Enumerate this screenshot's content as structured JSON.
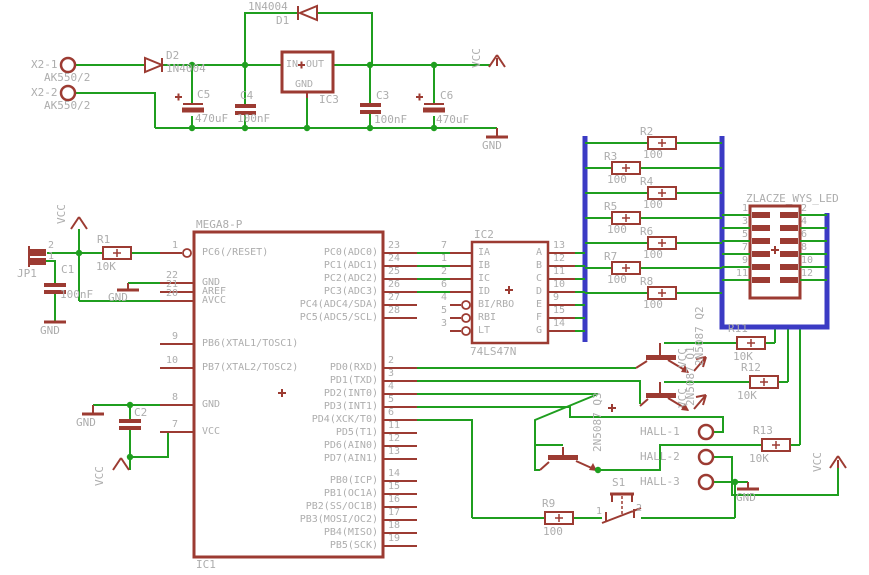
{
  "power": {
    "x2_1": {
      "ref": "X2-1",
      "value": "AK550/2"
    },
    "x2_2": {
      "ref": "X2-2",
      "value": "AK550/2"
    },
    "d1": {
      "ref": "D1",
      "value": "1N4004"
    },
    "d2": {
      "ref": "D2",
      "value": "1N4004"
    },
    "ic3": {
      "ref": "IC3",
      "pin_in": "IN",
      "pin_out": "OUT",
      "pin_gnd": "GND"
    },
    "c3": {
      "ref": "C3",
      "value": "100nF"
    },
    "c4": {
      "ref": "C4",
      "value": "100nF"
    },
    "c5": {
      "ref": "C5",
      "value": "470uF"
    },
    "c6": {
      "ref": "C6",
      "value": "470uF"
    }
  },
  "nets": {
    "vcc": "VCC",
    "gnd": "GND"
  },
  "jumper": {
    "ref": "JP1",
    "pin1": "1",
    "pin2": "2"
  },
  "caps": {
    "c1": {
      "ref": "C1",
      "value": "100nF"
    },
    "c2": {
      "ref": "C2"
    }
  },
  "resistors": {
    "r1": {
      "ref": "R1",
      "value": "10K"
    },
    "r2": {
      "ref": "R2",
      "value": "100"
    },
    "r3": {
      "ref": "R3",
      "value": "100"
    },
    "r4": {
      "ref": "R4",
      "value": "100"
    },
    "r5": {
      "ref": "R5",
      "value": "100"
    },
    "r6": {
      "ref": "R6",
      "value": "100"
    },
    "r7": {
      "ref": "R7",
      "value": "100"
    },
    "r8": {
      "ref": "R8",
      "value": "100"
    },
    "r9": {
      "ref": "R9",
      "value": "100"
    },
    "r11": {
      "ref": "R11",
      "value": "10K"
    },
    "r12": {
      "ref": "R12",
      "value": "10K"
    },
    "r13": {
      "ref": "R13",
      "value": "10K"
    }
  },
  "mcu": {
    "part": "MEGA8-P",
    "ref": "IC1",
    "left_pins": [
      {
        "num": "1",
        "label": "PC6(/RESET)"
      },
      {
        "num": "22",
        "label": "GND"
      },
      {
        "num": "21",
        "label": "AREF"
      },
      {
        "num": "20",
        "label": "AVCC"
      },
      {
        "num": "9",
        "label": "PB6(XTAL1/TOSC1)"
      },
      {
        "num": "10",
        "label": "PB7(XTAL2/TOSC2)"
      },
      {
        "num": "8",
        "label": "GND"
      },
      {
        "num": "7",
        "label": "VCC"
      }
    ],
    "right_pins": [
      {
        "num": "23",
        "label": "PC0(ADC0)"
      },
      {
        "num": "24",
        "label": "PC1(ADC1)"
      },
      {
        "num": "25",
        "label": "PC2(ADC2)"
      },
      {
        "num": "26",
        "label": "PC3(ADC3)"
      },
      {
        "num": "27",
        "label": "PC4(ADC4/SDA)"
      },
      {
        "num": "28",
        "label": "PC5(ADC5/SCL)"
      },
      {
        "num": "2",
        "label": "PD0(RXD)"
      },
      {
        "num": "3",
        "label": "PD1(TXD)"
      },
      {
        "num": "4",
        "label": "PD2(INT0)"
      },
      {
        "num": "5",
        "label": "PD3(INT1)"
      },
      {
        "num": "6",
        "label": "PD4(XCK/T0)"
      },
      {
        "num": "11",
        "label": "PD5(T1)"
      },
      {
        "num": "12",
        "label": "PD6(AIN0)"
      },
      {
        "num": "13",
        "label": "PD7(AIN1)"
      },
      {
        "num": "14",
        "label": "PB0(ICP)"
      },
      {
        "num": "15",
        "label": "PB1(OC1A)"
      },
      {
        "num": "16",
        "label": "PB2(SS/OC1B)"
      },
      {
        "num": "17",
        "label": "PB3(MOSI/OC2)"
      },
      {
        "num": "18",
        "label": "PB4(MISO)"
      },
      {
        "num": "19",
        "label": "PB5(SCK)"
      }
    ]
  },
  "decoder": {
    "ref": "IC2",
    "part": "74LS47N",
    "left_pins": [
      {
        "num": "7",
        "label": "IA"
      },
      {
        "num": "1",
        "label": "IB"
      },
      {
        "num": "2",
        "label": "IC"
      },
      {
        "num": "6",
        "label": "ID"
      },
      {
        "num": "4",
        "label": "BI/RBO"
      },
      {
        "num": "5",
        "label": "RBI"
      },
      {
        "num": "3",
        "label": "LT"
      }
    ],
    "right_pins": [
      {
        "num": "13",
        "label": "A"
      },
      {
        "num": "12",
        "label": "B"
      },
      {
        "num": "11",
        "label": "C"
      },
      {
        "num": "10",
        "label": "D"
      },
      {
        "num": "9",
        "label": "E"
      },
      {
        "num": "15",
        "label": "F"
      },
      {
        "num": "14",
        "label": "G"
      }
    ]
  },
  "led_connector": {
    "ref": "ZLACZE_WYS_LED",
    "left_pins": [
      "1",
      "3",
      "5",
      "7",
      "9",
      "11"
    ],
    "right_pins": [
      "2",
      "4",
      "6",
      "8",
      "10",
      "12"
    ]
  },
  "transistors": {
    "q1": {
      "label": "2N5087 Q1"
    },
    "q2": {
      "label": "2N5087 Q2"
    },
    "q3": {
      "label": "2N5087 Q3"
    }
  },
  "hall": {
    "h1": "HALL-1",
    "h2": "HALL-2",
    "h3": "HALL-3"
  },
  "switch": {
    "ref": "S1",
    "pin1": "1",
    "pin2": "2"
  }
}
